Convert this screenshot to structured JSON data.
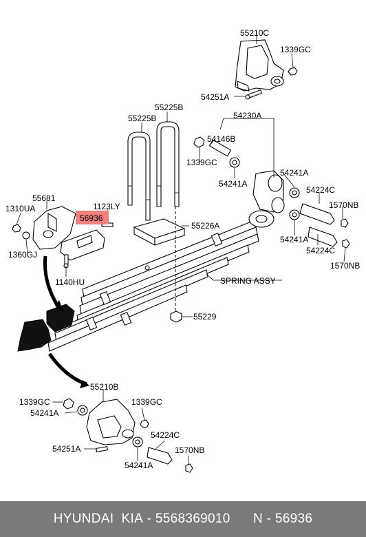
{
  "labels": {
    "p55210C": "55210C",
    "p1339GC_top": "1339GC",
    "p54251A_top": "54251A",
    "p55225B_a": "55225B",
    "p55225B_b": "55225B",
    "p54230A": "54230A",
    "p54146B": "54146B",
    "p1339GC_mid": "1339GC",
    "p54241A_mid": "54241A",
    "p54241A_right": "54241A",
    "p54224C_a": "54224C",
    "p1570NB_a": "1570NB",
    "p54241A_right2": "54241A",
    "p54224C_b": "54224C",
    "p1570NB_b": "1570NB",
    "p55681": "55681",
    "p1310UA": "1310UA",
    "p1123LY": "1123LY",
    "p56936": "56936",
    "p55226A": "55226A",
    "p1360GJ": "1360GJ",
    "p1140HU": "1140HU",
    "spring_assy": "SPRING ASSY",
    "p55229": "55229",
    "p55210B": "55210B",
    "p1339GC_bl": "1339GC",
    "p1339GC_br": "1339GC",
    "p54241A_bl": "54241A",
    "p54224C_bot": "54224C",
    "p54251A_bot": "54251A",
    "p1570NB_bot": "1570NB",
    "p54241A_bot": "54241A"
  },
  "highlight_color": "#f08080",
  "footer": {
    "brand": "HYUNDAI",
    "make": "KIA",
    "separator": "-",
    "part_number": "5568369010",
    "n_prefix": "N",
    "n_separator": "-",
    "n_value": "56936"
  }
}
